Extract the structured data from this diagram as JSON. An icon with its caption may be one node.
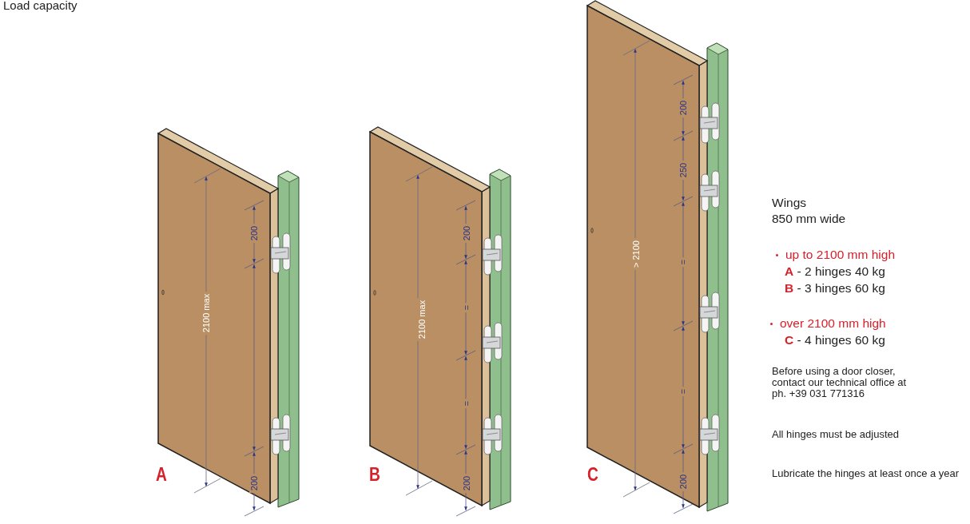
{
  "diagram": {
    "title": "Load capacity",
    "labels": [
      "A",
      "200",
      "2100 max",
      "200",
      "B",
      "200",
      "=",
      "2100 max",
      "=",
      "200",
      "C",
      "200",
      "250",
      "> 2100",
      "=",
      "=",
      "200",
      "Wings",
      "850 mm wide",
      "up to 2100 mm high",
      "**A** - 2 hinges 40 kg",
      "**B** - 3 hinges 60 kg",
      "over 2100 mm high",
      "**C** - 4 hinges 60 kg",
      "Before using a door closer, contact our technical office at ph. +39 031 771316",
      "All hinges must be adjusted",
      "Lubricate the hinges at least once a year"
    ]
  }
}
